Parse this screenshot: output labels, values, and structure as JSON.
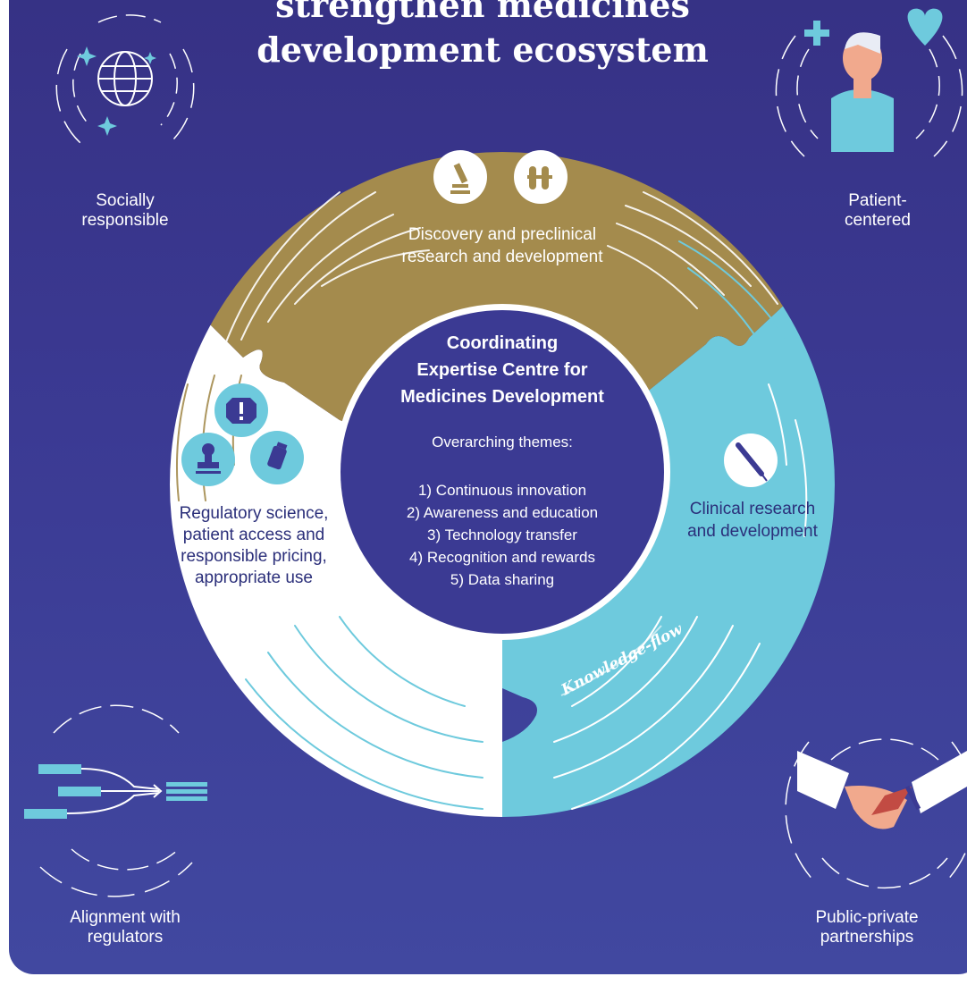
{
  "title": {
    "line1": "strengthen medicines",
    "line2": "development ecosystem"
  },
  "corners": {
    "top_left": "Socially\nresponsible",
    "top_right": "Patient-\ncentered",
    "bottom_left": "Alignment with\nregulators",
    "bottom_right": "Public-private\npartnerships"
  },
  "segments": {
    "discovery": {
      "line1": "Discovery and preclinical",
      "line2": "research and development",
      "color": "#a48b4d"
    },
    "clinical": {
      "line1": "Clinical research",
      "line2": "and development",
      "color": "#6ecadd"
    },
    "regulatory": {
      "line1": "Regulatory science,",
      "line2": "patient access and",
      "line3": "responsible pricing,",
      "line4": "appropriate use",
      "color": "#ffffff"
    }
  },
  "centre": {
    "heading1": "Coordinating",
    "heading2": "Expertise Centre for",
    "heading3": "Medicines Development",
    "subtitle": "Overarching themes:",
    "themes": [
      "1) Continuous innovation",
      "2) Awareness and education",
      "3) Technology transfer",
      "4) Recognition and rewards",
      "5) Data sharing"
    ]
  },
  "flow_label": "Knowledge-flow",
  "icons": [
    "microscope-icon",
    "test-tube-icon",
    "syringe-icon",
    "warning-icon",
    "stamp-icon",
    "medicine-bottle-icon",
    "globe-icon",
    "patient-icon",
    "plus-icon",
    "heart-icon",
    "flow-arrows-icon",
    "handshake-icon"
  ],
  "colors": {
    "background": "#3a3690",
    "gold": "#a48b4d",
    "cyan": "#6ecadd",
    "white": "#ffffff",
    "centre": "#3b3a93"
  }
}
